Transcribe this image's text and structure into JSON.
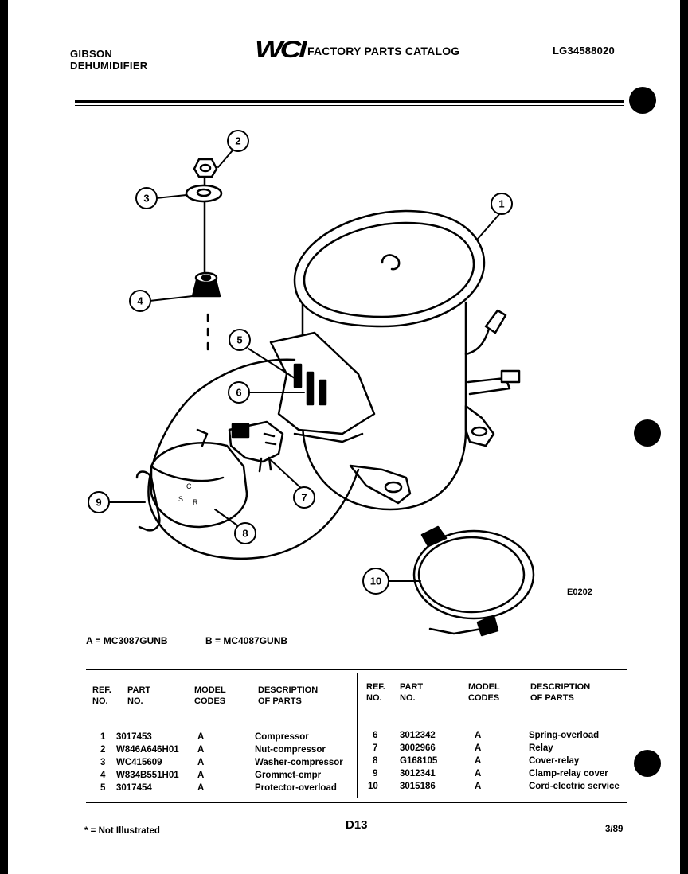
{
  "header": {
    "brand": "GIBSON",
    "product": "DEHUMIDIFIER",
    "logo": "WCI",
    "catalog_title": "FACTORY PARTS CATALOG",
    "catalog_code": "LG34588020"
  },
  "diagram": {
    "callouts": [
      "1",
      "2",
      "3",
      "4",
      "5",
      "6",
      "7",
      "8",
      "9",
      "10"
    ],
    "drawing_code": "E0202"
  },
  "model_key": {
    "a": "A = MC3087GUNB",
    "b": "B = MC4087GUNB"
  },
  "table": {
    "headers": {
      "ref": "REF.\nNO.",
      "part": "PART\nNO.",
      "model": "MODEL\nCODES",
      "desc": "DESCRIPTION\nOF PARTS"
    },
    "left_rows": [
      {
        "ref": "1",
        "part": "3017453",
        "model": "A",
        "desc": "Compressor"
      },
      {
        "ref": "2",
        "part": "W846A646H01",
        "model": "A",
        "desc": "Nut-compressor"
      },
      {
        "ref": "3",
        "part": "WC415609",
        "model": "A",
        "desc": "Washer-compressor"
      },
      {
        "ref": "4",
        "part": "W834B551H01",
        "model": "A",
        "desc": "Grommet-cmpr"
      },
      {
        "ref": "5",
        "part": "3017454",
        "model": "A",
        "desc": "Protector-overload"
      }
    ],
    "right_rows": [
      {
        "ref": "6",
        "part": "3012342",
        "model": "A",
        "desc": "Spring-overload"
      },
      {
        "ref": "7",
        "part": "3002966",
        "model": "A",
        "desc": "Relay"
      },
      {
        "ref": "8",
        "part": "G168105",
        "model": "A",
        "desc": "Cover-relay"
      },
      {
        "ref": "9",
        "part": "3012341",
        "model": "A",
        "desc": "Clamp-relay cover"
      },
      {
        "ref": "10",
        "part": "3015186",
        "model": "A",
        "desc": "Cord-electric service"
      }
    ]
  },
  "footer": {
    "note": "* = Not Illustrated",
    "page": "D13",
    "date": "3/89"
  }
}
